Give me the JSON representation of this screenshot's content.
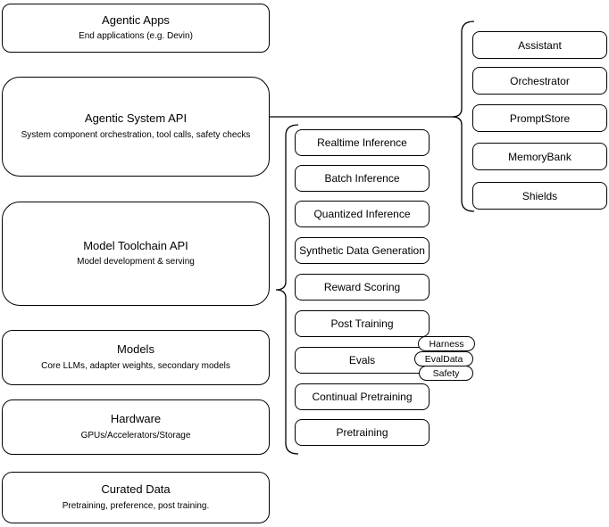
{
  "canvas": {
    "background": "#ffffff",
    "stroke_color": "#000000",
    "text_color": "#000000"
  },
  "left_column": {
    "items": [
      {
        "title": "Agentic Apps",
        "subtitle": "End applications (e.g. Devin)"
      },
      {
        "title": "Agentic System API",
        "subtitle": "System component orchestration, tool calls, safety checks"
      },
      {
        "title": "Model Toolchain API",
        "subtitle": "Model development & serving"
      },
      {
        "title": "Models",
        "subtitle": "Core LLMs, adapter weights, secondary models"
      },
      {
        "title": "Hardware",
        "subtitle": "GPUs/Accelerators/Storage"
      },
      {
        "title": "Curated Data",
        "subtitle": "Pretraining, preference, post training."
      }
    ]
  },
  "toolchain_group": {
    "items": [
      {
        "label": "Realtime Inference"
      },
      {
        "label": "Batch Inference"
      },
      {
        "label": "Quantized Inference"
      },
      {
        "label": "Synthetic Data Generation"
      },
      {
        "label": "Reward Scoring"
      },
      {
        "label": "Post Training"
      },
      {
        "label": "Evals"
      },
      {
        "label": "Continual Pretraining"
      },
      {
        "label": "Pretraining"
      }
    ],
    "eval_tags": [
      {
        "label": "Harness"
      },
      {
        "label": "EvalData"
      },
      {
        "label": "Safety"
      }
    ]
  },
  "system_group": {
    "items": [
      {
        "label": "Assistant"
      },
      {
        "label": "Orchestrator"
      },
      {
        "label": "PromptStore"
      },
      {
        "label": "MemoryBank"
      },
      {
        "label": "Shields"
      }
    ]
  }
}
